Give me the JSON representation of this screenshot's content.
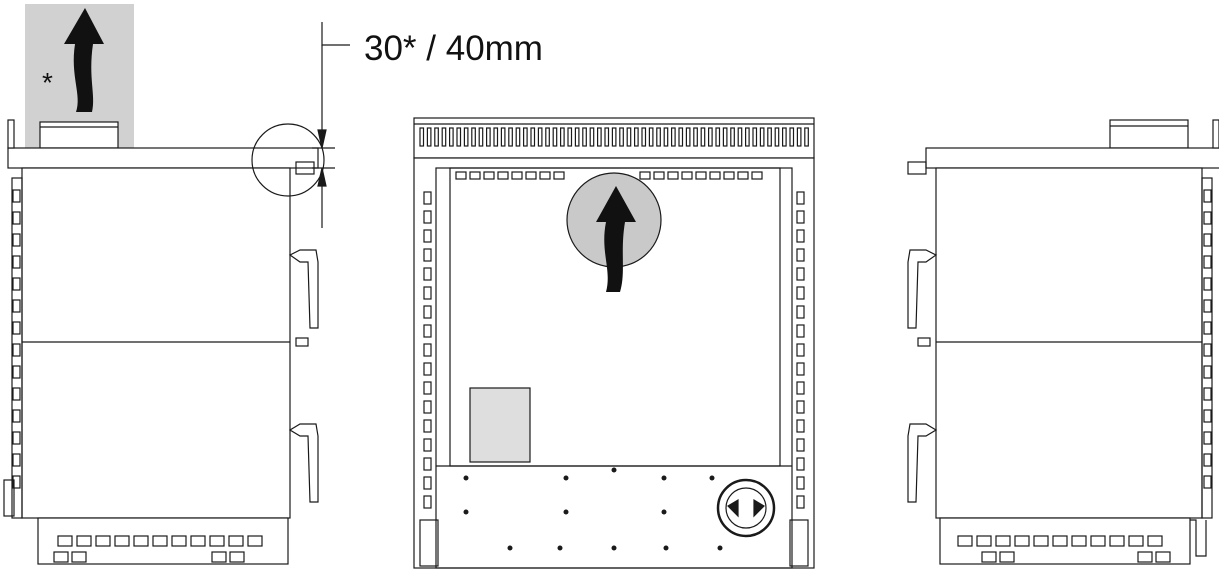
{
  "dimension_label": "30* / 40mm",
  "footnote_mark": "*",
  "colors": {
    "line": "#1a1a1a",
    "panel_grey": "#d1d1d1",
    "circle_grey": "#c9c9c9",
    "plate_grey": "#dedede",
    "arrow": "#111111"
  },
  "views": [
    "side-view-left",
    "rear-view",
    "side-view-right"
  ]
}
